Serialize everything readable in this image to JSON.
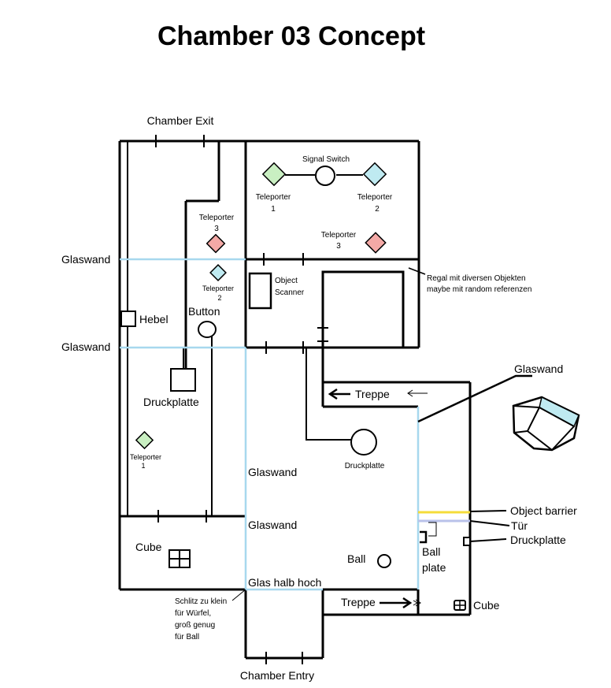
{
  "title": "Chamber 03 Concept",
  "colors": {
    "wall": "#000000",
    "glass": "#a7d8ee",
    "teleporter_green": "#c9efc2",
    "teleporter_blue": "#bfeaf1",
    "teleporter_red": "#f4a9a6",
    "object_barrier": "#f5dc3a",
    "door": "#b9c2ea"
  },
  "labels": {
    "chamber_exit": "Chamber Exit",
    "chamber_entry": "Chamber Entry",
    "glaswand_1": "Glaswand",
    "glaswand_2": "Glaswand",
    "glaswand_3": "Glaswand",
    "glaswand_4": "Glaswand",
    "glaswand_5": "Glaswand",
    "glas_halb_hoch": "Glas halb hoch",
    "signal_switch": "Signal Switch",
    "teleporter_1_top": "Teleporter",
    "teleporter_1_top_num": "1",
    "teleporter_2_top": "Teleporter",
    "teleporter_2_top_num": "2",
    "teleporter_3_top": "Teleporter",
    "teleporter_3_top_num": "3",
    "teleporter_3_left": "Teleporter",
    "teleporter_3_left_num": "3",
    "teleporter_2_left": "Teleporter",
    "teleporter_2_left_num": "2",
    "teleporter_1_left": "Teleporter",
    "teleporter_1_left_num": "1",
    "object_scanner_1": "Object",
    "object_scanner_2": "Scanner",
    "regal_1": "Regal mit diversen Objekten",
    "regal_2": "maybe mit random referenzen",
    "hebel": "Hebel",
    "button": "Button",
    "druckplatte_left": "Druckplatte",
    "druckplatte_center": "Druckplatte",
    "druckplatte_right": "Druckplatte",
    "treppe_top": "Treppe",
    "treppe_bottom": "Treppe",
    "object_barrier": "Object barrier",
    "tuer": "Tür",
    "ball": "Ball",
    "ball_plate_1": "Ball",
    "ball_plate_2": "plate",
    "cube_left": "Cube",
    "cube_right": "Cube",
    "schlitz_1": "Schlitz zu klein",
    "schlitz_2": "für Würfel,",
    "schlitz_3": "groß genug",
    "schlitz_4": "für Ball"
  }
}
